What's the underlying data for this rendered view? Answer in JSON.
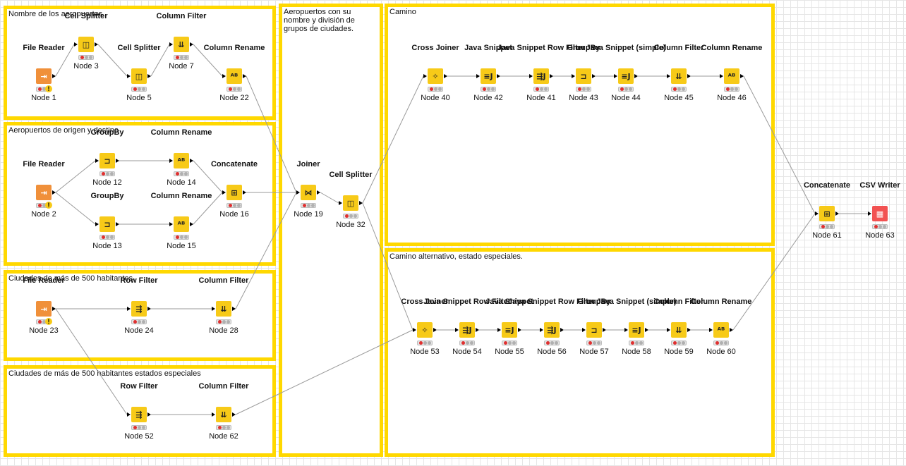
{
  "annotations": [
    {
      "id": "a1",
      "text": "Nombre de los aeropuertos"
    },
    {
      "id": "a2",
      "text": "Aeropuertos de origen y destino"
    },
    {
      "id": "a3",
      "text": "Ciudades de más de 500 habitantes"
    },
    {
      "id": "a4",
      "text": "Ciudades de más de 500 habitantes estados especiales"
    },
    {
      "id": "a5",
      "text": "Aeropuertos con su nombre y división de grupos de ciudades."
    },
    {
      "id": "a6",
      "text": "Camino"
    },
    {
      "id": "a7",
      "text": "Camino alternativo, estado especiales."
    }
  ],
  "nodes": [
    {
      "id": "n1",
      "title": "File Reader",
      "label": "Node 1",
      "icon": "file-reader-icon",
      "glyph": "⇥",
      "kind": "source",
      "warn": true,
      "status": "red"
    },
    {
      "id": "n3",
      "title": "Cell Splitter",
      "label": "Node 3",
      "icon": "cell-splitter-icon",
      "glyph": "◫",
      "kind": "manip",
      "status": "red"
    },
    {
      "id": "n5",
      "title": "Cell Splitter",
      "label": "Node 5",
      "icon": "cell-splitter-icon",
      "glyph": "◫",
      "kind": "manip",
      "status": "red"
    },
    {
      "id": "n7",
      "title": "Column Filter",
      "label": "Node 7",
      "icon": "column-filter-icon",
      "glyph": "⇊",
      "kind": "manip",
      "status": "red"
    },
    {
      "id": "n22",
      "title": "Column Rename",
      "label": "Node 22",
      "icon": "column-rename-icon",
      "glyph": "ᴬᴮ",
      "kind": "manip",
      "status": "red"
    },
    {
      "id": "n2",
      "title": "File Reader",
      "label": "Node 2",
      "icon": "file-reader-icon",
      "glyph": "⇥",
      "kind": "source",
      "warn": true,
      "status": "red"
    },
    {
      "id": "n12",
      "title": "GroupBy",
      "label": "Node 12",
      "icon": "groupby-icon",
      "glyph": "⊐",
      "kind": "manip",
      "status": "red"
    },
    {
      "id": "n14",
      "title": "Column Rename",
      "label": "Node 14",
      "icon": "column-rename-icon",
      "glyph": "ᴬᴮ",
      "kind": "manip",
      "status": "red"
    },
    {
      "id": "n16",
      "title": "Concatenate",
      "label": "Node 16",
      "icon": "concatenate-icon",
      "glyph": "⊞",
      "kind": "manip",
      "status": "red"
    },
    {
      "id": "n13",
      "title": "GroupBy",
      "label": "Node 13",
      "icon": "groupby-icon",
      "glyph": "⊐",
      "kind": "manip",
      "status": "red"
    },
    {
      "id": "n15",
      "title": "Column Rename",
      "label": "Node 15",
      "icon": "column-rename-icon",
      "glyph": "ᴬᴮ",
      "kind": "manip",
      "status": "red"
    },
    {
      "id": "n23",
      "title": "File Reader",
      "label": "Node 23",
      "icon": "file-reader-icon",
      "glyph": "⇥",
      "kind": "source",
      "warn": true,
      "status": "red"
    },
    {
      "id": "n24",
      "title": "Row Filter",
      "label": "Node 24",
      "icon": "row-filter-icon",
      "glyph": "⇶",
      "kind": "manip",
      "status": "red"
    },
    {
      "id": "n28",
      "title": "Column Filter",
      "label": "Node 28",
      "icon": "column-filter-icon",
      "glyph": "⇊",
      "kind": "manip",
      "status": "red"
    },
    {
      "id": "n52",
      "title": "Row Filter",
      "label": "Node 52",
      "icon": "row-filter-icon",
      "glyph": "⇶",
      "kind": "manip",
      "status": "red"
    },
    {
      "id": "n62",
      "title": "Column Filter",
      "label": "Node 62",
      "icon": "column-filter-icon",
      "glyph": "⇊",
      "kind": "manip",
      "status": "red"
    },
    {
      "id": "n19",
      "title": "Joiner",
      "label": "Node 19",
      "icon": "joiner-icon",
      "glyph": "⋈",
      "kind": "manip",
      "status": "red"
    },
    {
      "id": "n32",
      "title": "Cell Splitter",
      "label": "Node 32",
      "icon": "cell-splitter-icon",
      "glyph": "◫",
      "kind": "manip",
      "status": "red"
    },
    {
      "id": "n40",
      "title": "Cross Joiner",
      "label": "Node 40",
      "icon": "cross-joiner-icon",
      "glyph": "✧",
      "kind": "manip",
      "status": "red"
    },
    {
      "id": "n42",
      "title": "Java Snippet",
      "label": "Node 42",
      "icon": "java-snippet-icon",
      "glyph": "≡J",
      "kind": "manip",
      "status": "red"
    },
    {
      "id": "n41",
      "title": "Java Snippet Row Filter",
      "label": "Node 41",
      "icon": "java-row-filter-icon",
      "glyph": "⇶J",
      "kind": "manip",
      "status": "red"
    },
    {
      "id": "n43",
      "title": "GroupBy",
      "label": "Node 43",
      "icon": "groupby-icon",
      "glyph": "⊐",
      "kind": "manip",
      "status": "red"
    },
    {
      "id": "n44",
      "title": "Java Snippet (simple)",
      "label": "Node 44",
      "icon": "java-snippet-simple-icon",
      "glyph": "≡J",
      "kind": "manip",
      "status": "red"
    },
    {
      "id": "n45",
      "title": "Column Filter",
      "label": "Node 45",
      "icon": "column-filter-icon",
      "glyph": "⇊",
      "kind": "manip",
      "status": "red"
    },
    {
      "id": "n46",
      "title": "Column Rename",
      "label": "Node 46",
      "icon": "column-rename-icon",
      "glyph": "ᴬᴮ",
      "kind": "manip",
      "status": "red"
    },
    {
      "id": "n53",
      "title": "Cross Joiner",
      "label": "Node 53",
      "icon": "cross-joiner-icon",
      "glyph": "✧",
      "kind": "manip",
      "status": "red"
    },
    {
      "id": "n54",
      "title": "Java Snippet Row Filter",
      "label": "Node 54",
      "icon": "java-row-filter-icon",
      "glyph": "⇶J",
      "kind": "manip",
      "status": "red"
    },
    {
      "id": "n55",
      "title": "Java Snippet",
      "label": "Node 55",
      "icon": "java-snippet-icon",
      "glyph": "≡J",
      "kind": "manip",
      "status": "red"
    },
    {
      "id": "n56",
      "title": "Java Snippet Row Filter",
      "label": "Node 56",
      "icon": "java-row-filter-icon",
      "glyph": "⇶J",
      "kind": "manip",
      "status": "red"
    },
    {
      "id": "n57",
      "title": "GroupBy",
      "label": "Node 57",
      "icon": "groupby-icon",
      "glyph": "⊐",
      "kind": "manip",
      "status": "red"
    },
    {
      "id": "n58",
      "title": "Java Snippet (simple)",
      "label": "Node 58",
      "icon": "java-snippet-simple-icon",
      "glyph": "≡J",
      "kind": "manip",
      "status": "red"
    },
    {
      "id": "n59",
      "title": "Column Filter",
      "label": "Node 59",
      "icon": "column-filter-icon",
      "glyph": "⇊",
      "kind": "manip",
      "status": "red"
    },
    {
      "id": "n60",
      "title": "Column Rename",
      "label": "Node 60",
      "icon": "column-rename-icon",
      "glyph": "ᴬᴮ",
      "kind": "manip",
      "status": "red"
    },
    {
      "id": "n61",
      "title": "Concatenate",
      "label": "Node 61",
      "icon": "concatenate-icon",
      "glyph": "⊞",
      "kind": "manip",
      "status": "red"
    },
    {
      "id": "n63",
      "title": "CSV Writer",
      "label": "Node 63",
      "icon": "csv-writer-icon",
      "glyph": "▦",
      "kind": "sink",
      "status": "red"
    }
  ],
  "connections": [
    [
      "n1",
      "n3"
    ],
    [
      "n3",
      "n5"
    ],
    [
      "n5",
      "n7"
    ],
    [
      "n7",
      "n22"
    ],
    [
      "n22",
      "n19"
    ],
    [
      "n2",
      "n12"
    ],
    [
      "n2",
      "n13"
    ],
    [
      "n12",
      "n14"
    ],
    [
      "n13",
      "n15"
    ],
    [
      "n14",
      "n16"
    ],
    [
      "n15",
      "n16"
    ],
    [
      "n16",
      "n19"
    ],
    [
      "n23",
      "n24"
    ],
    [
      "n24",
      "n28"
    ],
    [
      "n28",
      "n19"
    ],
    [
      "n23",
      "n52"
    ],
    [
      "n52",
      "n62"
    ],
    [
      "n62",
      "n53"
    ],
    [
      "n19",
      "n32"
    ],
    [
      "n32",
      "n40"
    ],
    [
      "n32",
      "n53"
    ],
    [
      "n40",
      "n42"
    ],
    [
      "n42",
      "n41"
    ],
    [
      "n41",
      "n43"
    ],
    [
      "n43",
      "n44"
    ],
    [
      "n44",
      "n45"
    ],
    [
      "n45",
      "n46"
    ],
    [
      "n46",
      "n61"
    ],
    [
      "n53",
      "n54"
    ],
    [
      "n54",
      "n55"
    ],
    [
      "n55",
      "n56"
    ],
    [
      "n56",
      "n57"
    ],
    [
      "n57",
      "n58"
    ],
    [
      "n58",
      "n59"
    ],
    [
      "n59",
      "n60"
    ],
    [
      "n60",
      "n61"
    ],
    [
      "n61",
      "n63"
    ]
  ],
  "colors": {
    "annotation_border": "#ffd800",
    "node": "#f7ca18",
    "source": "#f0903a",
    "sink": "#f25252",
    "status_red": "#e03030",
    "wire": "#9a9a9a"
  }
}
